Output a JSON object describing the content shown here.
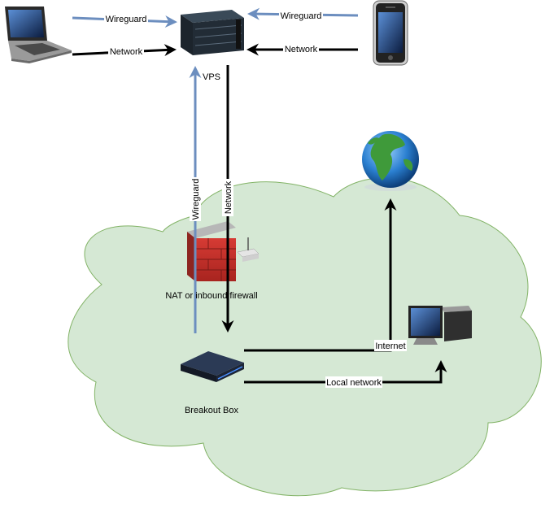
{
  "nodes": {
    "laptop": {
      "icon": "laptop-icon"
    },
    "vps": {
      "label": "VPS",
      "icon": "server-icon"
    },
    "phone": {
      "icon": "smartphone-icon"
    },
    "globe": {
      "icon": "globe-icon"
    },
    "firewall": {
      "label": "NAT or inbound firewall",
      "icon": "firewall-icon"
    },
    "breakout_box": {
      "label": "Breakout Box",
      "icon": "router-box-icon"
    },
    "desktop": {
      "icon": "desktop-computer-icon"
    }
  },
  "edges": {
    "laptop_wireguard": "Wireguard",
    "laptop_network": "Network",
    "phone_wireguard": "Wireguard",
    "phone_network": "Network",
    "box_wireguard": "Wireguard",
    "vps_network": "Network",
    "internet": "Internet",
    "local_network": "Local network"
  },
  "colors": {
    "wireguard": "#6c8ebf",
    "network": "#000000",
    "cloud_fill": "#d5e8d4",
    "cloud_stroke": "#82b366"
  }
}
